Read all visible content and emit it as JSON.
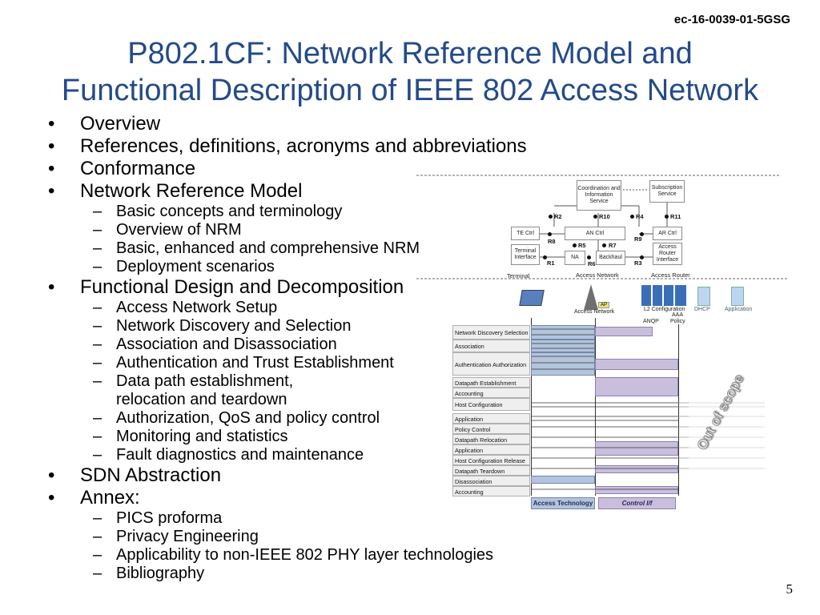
{
  "doc_id": "ec-16-0039-01-5GSG",
  "title_lines": [
    "P802.1CF: Network Reference Model and",
    "Functional Description of IEEE 802 Access Network"
  ],
  "bullet_symbol": "•",
  "dash_symbol": "–",
  "outline": {
    "overview": "Overview",
    "references": "References, definitions, acronyms and abbreviations",
    "conformance": "Conformance",
    "nrm": {
      "label": "Network Reference Model",
      "items": [
        "Basic concepts and terminology",
        "Overview of NRM",
        "Basic, enhanced and comprehensive NRM",
        "Deployment scenarios"
      ]
    },
    "functional": {
      "label": "Functional Design and Decomposition",
      "items": [
        "Access Network Setup",
        "Network Discovery and Selection",
        "Association and Disassociation",
        "Authentication and Trust Establishment",
        "Data path establishment,",
        "relocation and teardown",
        "Authorization, QoS and policy control",
        "Monitoring and statistics",
        "Fault diagnostics and maintenance"
      ]
    },
    "sdn": "SDN Abstraction",
    "annex": {
      "label": "Annex:",
      "items": [
        "PICS proforma",
        "Privacy Engineering",
        "Applicability to non-IEEE 802 PHY layer technologies",
        "Bibliography"
      ]
    }
  },
  "page_number": "5",
  "nrm_figure": {
    "boxes": {
      "coord": "Coordination and Information Service",
      "subs": "Subscription Service",
      "te": "TE Ctrl",
      "termif": "Terminal Interface",
      "an": "AN Ctrl",
      "na": "NA",
      "backhaul": "Backhaul",
      "ar": "AR Ctrl",
      "arif": "Access Router Interface"
    },
    "refpoints": {
      "r1": "R1",
      "r2": "R2",
      "r3": "R3",
      "r4": "R4",
      "r5": "R5",
      "r6": "R6",
      "r7": "R7",
      "r8": "R8",
      "r9": "R9",
      "r10": "R10",
      "r11": "R11"
    },
    "domains": {
      "terminal": "Terminal",
      "access_network": "Access Network",
      "access_router": "Access Router"
    }
  },
  "sequence_figure": {
    "entities": {
      "access_network": "Access Network",
      "ap_tag": "AP",
      "l2config": "L2 Configuration",
      "anqp": "ANQP",
      "aaa": "AAA",
      "policy": "Policy",
      "dhcp": "DHCP",
      "application": "Application"
    },
    "phases": [
      "Network Discovery Selection",
      "Association",
      "Authentication Authorization",
      "Datapath Establishment",
      "Accounting",
      "Host Configuration",
      "Application",
      "Policy Control",
      "Datapath Relocation",
      "Application",
      "Host Configuration Release",
      "Datapath Teardown",
      "Disassociation",
      "Accounting"
    ],
    "out_of_scope": "Out of scope",
    "legend": {
      "access_tech": "Access Technology",
      "control_if": "Control I/f"
    },
    "colors": {
      "access_tech": "#b3c4dc",
      "control_if": "#c9bfdd",
      "title": "#244a8a"
    }
  }
}
